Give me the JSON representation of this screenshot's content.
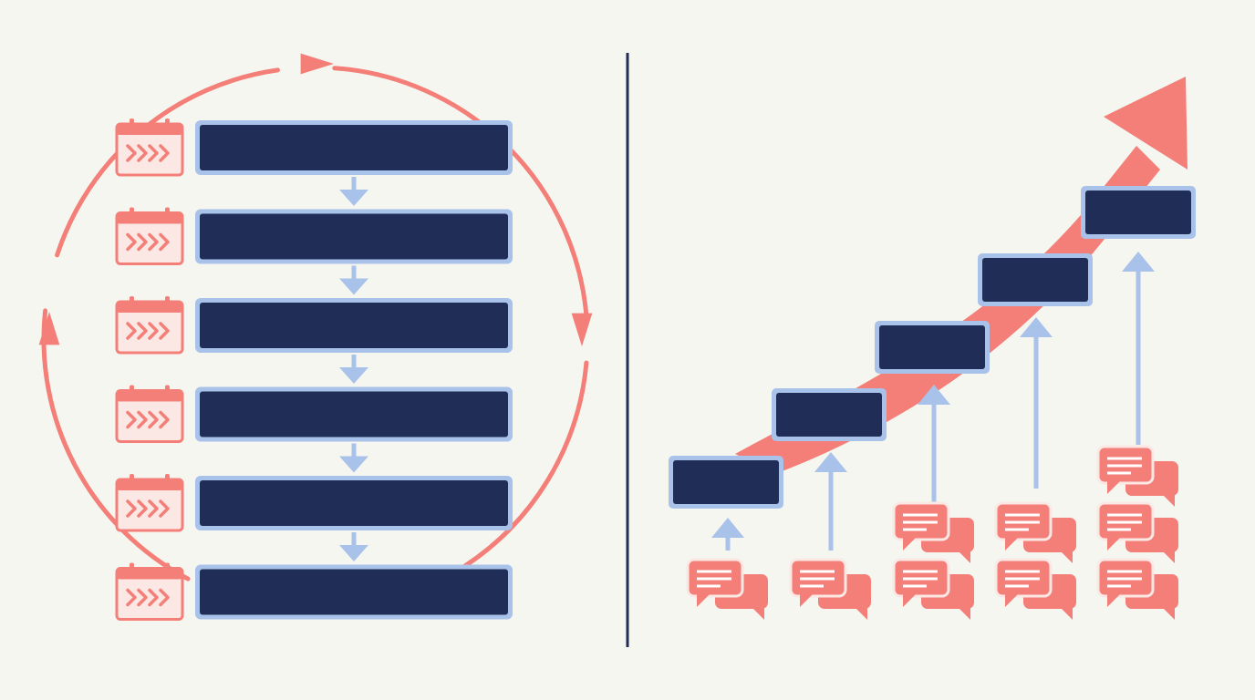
{
  "colors": {
    "background": "#f6f6f1",
    "navy": "#1f2d57",
    "outline": "#a9c2ea",
    "coral": "#f47f78",
    "coral_light": "#fbe8e4",
    "light_blue": "#a9c2ea",
    "divider": "#1f2d57"
  },
  "icons": {
    "calendar": "calendar-icon",
    "chat": "chat-bubbles-icon",
    "cycle": "cycle-arrow-icon",
    "flow": "arrow-down-icon",
    "trend": "trend-up-arrow-icon",
    "support": "arrow-up-icon"
  },
  "left_panel": {
    "steps": [
      {
        "label": ""
      },
      {
        "label": ""
      },
      {
        "label": ""
      },
      {
        "label": ""
      },
      {
        "label": ""
      },
      {
        "label": ""
      }
    ]
  },
  "right_panel": {
    "stairs": [
      {
        "label": "",
        "feedback_clusters": 1,
        "bubble_pairs": 1
      },
      {
        "label": "",
        "feedback_clusters": 1,
        "bubble_pairs": 1
      },
      {
        "label": "",
        "feedback_clusters": 1,
        "bubble_pairs": 2
      },
      {
        "label": "",
        "feedback_clusters": 1,
        "bubble_pairs": 2
      },
      {
        "label": "",
        "feedback_clusters": 1,
        "bubble_pairs": 3
      }
    ]
  }
}
